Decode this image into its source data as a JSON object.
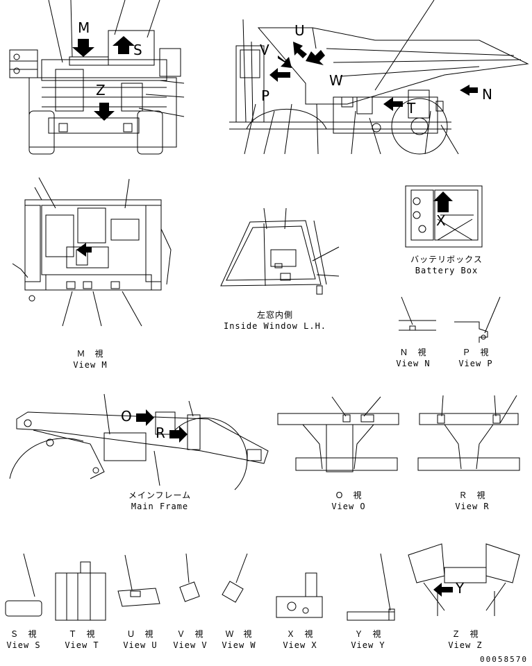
{
  "document_number": "00058570",
  "views": {
    "m": {
      "jp": "Ｍ　視",
      "en": "View M"
    },
    "window": {
      "jp": "左窓内側",
      "en": "Inside Window L.H."
    },
    "battery": {
      "jp": "バッテリボックス",
      "en": "Battery Box"
    },
    "n": {
      "jp": "Ｎ　視",
      "en": "View N"
    },
    "p": {
      "jp": "Ｐ　視",
      "en": "View P"
    },
    "frame": {
      "jp": "メインフレーム",
      "en": "Main Frame"
    },
    "o": {
      "jp": "Ｏ　視",
      "en": "View O"
    },
    "r": {
      "jp": "Ｒ　視",
      "en": "View R"
    },
    "s": {
      "jp": "Ｓ　視",
      "en": "View S"
    },
    "t": {
      "jp": "Ｔ　視",
      "en": "View T"
    },
    "u": {
      "jp": "Ｕ　視",
      "en": "View U"
    },
    "v": {
      "jp": "Ｖ　視",
      "en": "View V"
    },
    "w": {
      "jp": "Ｗ　視",
      "en": "View W"
    },
    "x": {
      "jp": "Ｘ　視",
      "en": "View X"
    },
    "y": {
      "jp": "Ｙ　視",
      "en": "View Y"
    },
    "z": {
      "jp": "Ｚ　視",
      "en": "View Z"
    }
  },
  "arrow_letters": {
    "m": "M",
    "s": "S",
    "z": "Z",
    "u": "U",
    "v": "V",
    "w": "W",
    "p": "P",
    "t": "T",
    "n": "N",
    "o": "O",
    "r": "R",
    "x": "X",
    "y": "Y"
  }
}
